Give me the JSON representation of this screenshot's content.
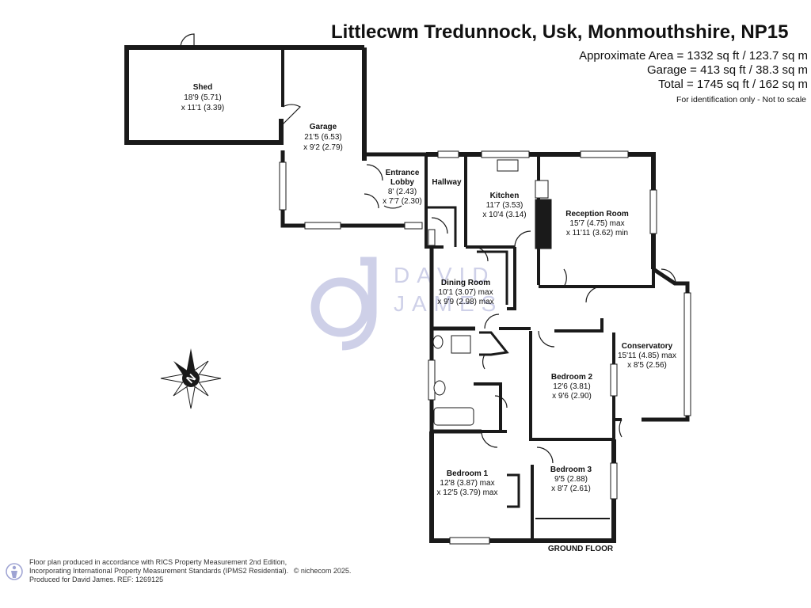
{
  "header": {
    "title": "Littlecwm Tredunnock, Usk, Monmouthshire, NP15",
    "area_approx": "Approximate Area = 1332 sq ft / 123.7 sq m",
    "area_garage": "Garage = 413 sq ft / 38.3 sq m",
    "area_total": "Total = 1745 sq ft / 162 sq m",
    "note": "For identification only - Not to scale"
  },
  "rooms": {
    "shed": {
      "name": "Shed",
      "dim1": "18'9 (5.71)",
      "dim2": "x 11'1 (3.39)"
    },
    "garage": {
      "name": "Garage",
      "dim1": "21'5 (6.53)",
      "dim2": "x 9'2 (2.79)"
    },
    "entrance_lobby": {
      "name1": "Entrance",
      "name2": "Lobby",
      "dim1": "8' (2.43)",
      "dim2": "x 7'7 (2.30)"
    },
    "hallway": {
      "name": "Hallway"
    },
    "kitchen": {
      "name": "Kitchen",
      "dim1": "11'7 (3.53)",
      "dim2": "x 10'4 (3.14)"
    },
    "reception": {
      "name": "Reception Room",
      "dim1": "15'7 (4.75) max",
      "dim2": "x 11'11 (3.62) min"
    },
    "dining": {
      "name": "Dining Room",
      "dim1": "10'1 (3.07) max",
      "dim2": "x 9'9 (2.98) max"
    },
    "conservatory": {
      "name": "Conservatory",
      "dim1": "15'11 (4.85) max",
      "dim2": "x 8'5 (2.56)"
    },
    "bedroom2": {
      "name": "Bedroom 2",
      "dim1": "12'6 (3.81)",
      "dim2": "x 9'6 (2.90)"
    },
    "bedroom1": {
      "name": "Bedroom 1",
      "dim1": "12'8 (3.87) max",
      "dim2": "x 12'5 (3.79) max"
    },
    "bedroom3": {
      "name": "Bedroom 3",
      "dim1": "9'5 (2.88)",
      "dim2": "x 8'7 (2.61)"
    }
  },
  "floor_label": "GROUND FLOOR",
  "watermark": {
    "line1": "DAVID",
    "line2": "JAMES"
  },
  "compass": {
    "letter": "N"
  },
  "footer": {
    "line1": "Floor plan produced in accordance with RICS Property Measurement 2nd Edition,",
    "line2": "Incorporating International Property Measurement Standards (IPMS2 Residential).",
    "copyright": "© nichecom 2025.",
    "line3": "Produced for David James.   REF: 1269125"
  },
  "colors": {
    "wall": "#1a1a1a",
    "watermark": "#c9cbe6",
    "accent": "#9ea3d3"
  },
  "icons": [
    "compass-icon",
    "watermark-logo",
    "nichecom-logo-icon"
  ]
}
